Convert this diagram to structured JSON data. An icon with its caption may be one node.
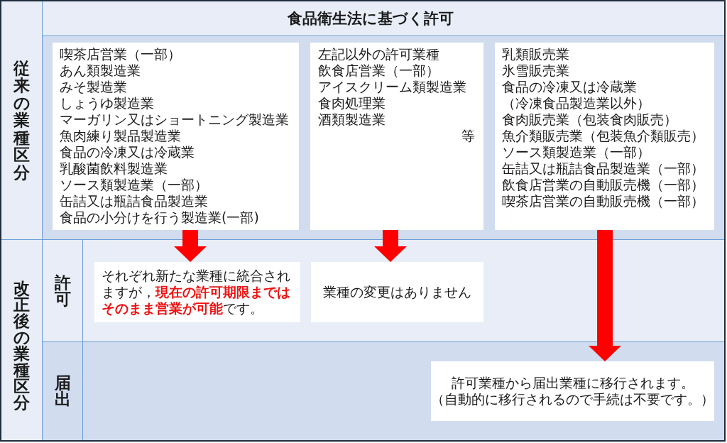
{
  "diagram": {
    "nodes": [
      {
        "text": [
          "食品衛生法に基づく許可"
        ]
      },
      {
        "text": [
          "従来の業種区分"
        ]
      },
      {
        "text": [
          "喫茶店営業（一部）",
          "あん類製造業",
          "みそ製造業",
          "しょうゆ製造業",
          "マーガリン又はショートニング製造業",
          "魚肉練り製品製造業",
          "食品の冷凍又は冷蔵業",
          "乳酸菌飲料製造業",
          "ソース類製造業（一部）",
          "缶詰又は瓶詰食品製造業",
          "食品の小分けを行う製造業(一部)"
        ]
      },
      {
        "text": [
          "左記以外の許可業種",
          "飲食店営業（一部）",
          "アイスクリーム類製造業",
          "食肉処理業",
          "酒類製造業",
          "等"
        ]
      },
      {
        "text": [
          "乳類販売業",
          "氷雪販売業",
          "食品の冷凍又は冷蔵業（冷凍食品製造業以外）",
          "食肉販売業（包装食肉販売）",
          "魚介類販売業（包装魚介類販売）",
          "ソース類製造業（一部）",
          "缶詰又は瓶詰食品製造業（一部）",
          "飲食店営業の自動販売機（一部）",
          "喫茶店営業の自動販売機（一部）"
        ]
      },
      {
        "text": [
          "改正後の業種区分"
        ]
      },
      {
        "text": [
          "許可"
        ]
      },
      {
        "text": [
          "それぞれ新たな業種に統合されますが，**現在の許可期限まではそのまま営業が可能**です。"
        ]
      },
      {
        "text": [
          "業種の変更はありません"
        ]
      },
      {
        "text": [
          "届出"
        ]
      },
      {
        "text": [
          "許可業種から届出業種に移行されます。",
          "（自動的に移行されるので手続は不要です。）"
        ]
      }
    ],
    "edges": [
      {
        "from": 2,
        "to": 7,
        "arrow": "to"
      },
      {
        "from": 3,
        "to": 8,
        "arrow": "to"
      },
      {
        "from": 4,
        "to": 10,
        "arrow": "to"
      }
    ]
  }
}
